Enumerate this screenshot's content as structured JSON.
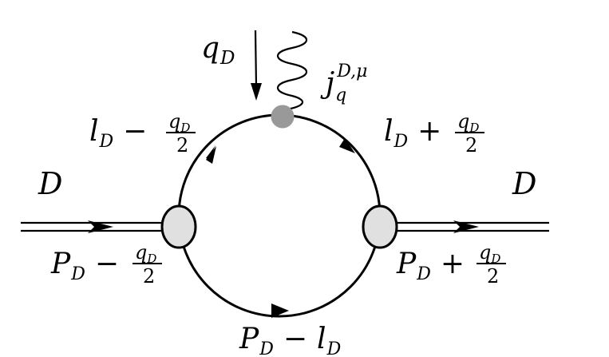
{
  "diagram": {
    "labels": {
      "photon_momentum": {
        "base": "q",
        "sub": "D"
      },
      "current": {
        "base": "j",
        "sub": "q",
        "sup": "D,μ"
      },
      "top_left_momentum": {
        "base": "l",
        "sub": "D",
        "op": "−",
        "num": "q",
        "num_sub": "D",
        "den": "2"
      },
      "top_right_momentum": {
        "base": "l",
        "sub": "D",
        "op": "+",
        "num": "q",
        "num_sub": "D",
        "den": "2"
      },
      "incoming_particle": "D",
      "outgoing_particle": "D",
      "incoming_momentum": {
        "base": "P",
        "sub": "D",
        "op": "−",
        "num": "q",
        "num_sub": "D",
        "den": "2"
      },
      "outgoing_momentum": {
        "base": "P",
        "sub": "D",
        "op": "+",
        "num": "q",
        "num_sub": "D",
        "den": "2"
      },
      "bottom_momentum": {
        "base": "P",
        "sub": "D",
        "op": "−",
        "base2": "l",
        "sub2": "D"
      }
    },
    "colors": {
      "line": "#000000",
      "current_vertex": "#999999",
      "meson_vertex": "#e0e0e0"
    }
  }
}
